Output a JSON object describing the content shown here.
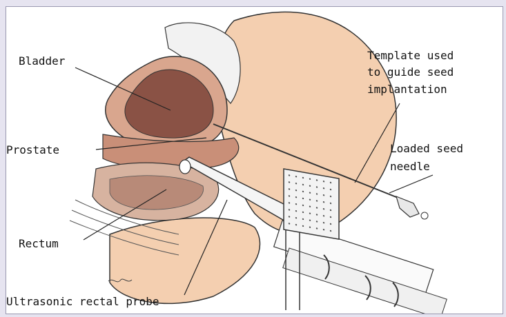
{
  "labels": {
    "bladder": "Bladder",
    "template_line1": "Template used",
    "template_line2": "to guide seed",
    "template_line3": "implantation",
    "prostate": "Prostate",
    "needle_line1": "Loaded seed",
    "needle_line2": "needle",
    "rectum": "Rectum",
    "probe": "Ultrasonic rectal probe"
  },
  "colors": {
    "skin": "#f4cfb0",
    "tissue": "#c98f78",
    "bladder_inner": "#8a5245",
    "ink": "#222222",
    "background": "#e6e4f0"
  }
}
